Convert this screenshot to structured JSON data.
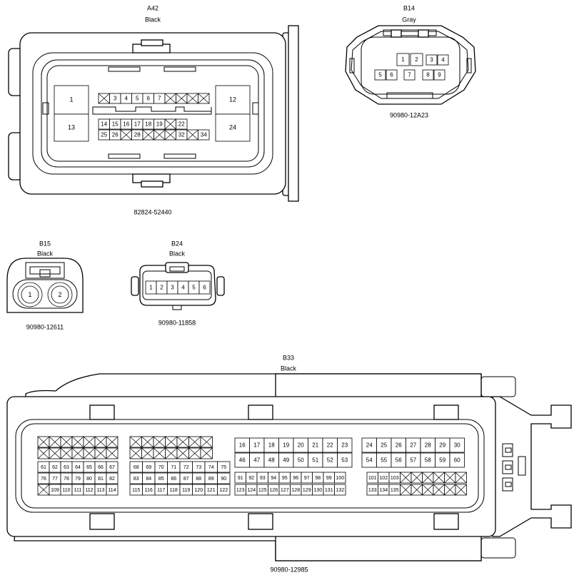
{
  "connectors": {
    "A42": {
      "code": "A42",
      "color": "Black",
      "part": "82824-52440"
    },
    "B14": {
      "code": "B14",
      "color": "Gray",
      "part": "90980-12A23"
    },
    "B15": {
      "code": "B15",
      "color": "Black",
      "part": "90980-12611"
    },
    "B24": {
      "code": "B24",
      "color": "Black",
      "part": "90980-11858"
    },
    "B33": {
      "code": "B33",
      "color": "Black",
      "part": "90980-12985"
    }
  },
  "a42": {
    "big_left": [
      "1",
      "13"
    ],
    "big_right": [
      "12",
      "24"
    ],
    "row1": [
      "",
      "3",
      "4",
      "5",
      "6",
      "7",
      "",
      "",
      "",
      ""
    ],
    "row2": [
      "14",
      "15",
      "16",
      "17",
      "18",
      "19",
      "",
      "22"
    ],
    "row3": [
      "25",
      "26",
      "",
      "28",
      "",
      "",
      "",
      "32",
      "",
      "34"
    ]
  },
  "b14": {
    "pins": [
      "1",
      "2",
      "3",
      "4",
      "5",
      "6",
      "7",
      "8",
      "9"
    ]
  },
  "b15": {
    "pins": [
      "1",
      "2"
    ]
  },
  "b24": {
    "pins": [
      "1",
      "2",
      "3",
      "4",
      "5",
      "6"
    ]
  },
  "b33": {
    "block1": [
      [
        "",
        "",
        "",
        "",
        "",
        "",
        ""
      ],
      [
        "",
        "",
        "",
        "",
        "",
        "",
        ""
      ],
      [
        "61",
        "62",
        "63",
        "64",
        "65",
        "66",
        "67"
      ],
      [
        "76",
        "77",
        "78",
        "79",
        "80",
        "81",
        "82"
      ],
      [
        "",
        "109",
        "110",
        "111",
        "112",
        "113",
        "114"
      ]
    ],
    "block2": [
      [
        "",
        "",
        "",
        "",
        "",
        "",
        ""
      ],
      [
        "",
        "",
        "",
        "",
        "",
        "",
        ""
      ],
      [
        "68",
        "69",
        "70",
        "71",
        "72",
        "73",
        "74",
        "75"
      ],
      [
        "83",
        "84",
        "85",
        "86",
        "87",
        "88",
        "89",
        "90"
      ],
      [
        "115",
        "116",
        "117",
        "118",
        "119",
        "120",
        "121",
        "122"
      ]
    ],
    "block3": [
      [
        "16",
        "17",
        "18",
        "19",
        "20",
        "21",
        "22",
        "23"
      ],
      [
        "46",
        "47",
        "48",
        "49",
        "50",
        "51",
        "52",
        "53"
      ],
      [
        "91",
        "92",
        "93",
        "94",
        "95",
        "96",
        "97",
        "98",
        "99",
        "100"
      ],
      [
        "123",
        "124",
        "125",
        "126",
        "127",
        "128",
        "129",
        "130",
        "131",
        "132"
      ]
    ],
    "block4": [
      [
        "24",
        "25",
        "26",
        "27",
        "28",
        "29",
        "30"
      ],
      [
        "54",
        "55",
        "56",
        "57",
        "58",
        "59",
        "60"
      ],
      [
        "101",
        "102",
        "103",
        "",
        "",
        "",
        "",
        "",
        ""
      ],
      [
        "133",
        "134",
        "135",
        "",
        "",
        "",
        "",
        "",
        ""
      ]
    ]
  }
}
